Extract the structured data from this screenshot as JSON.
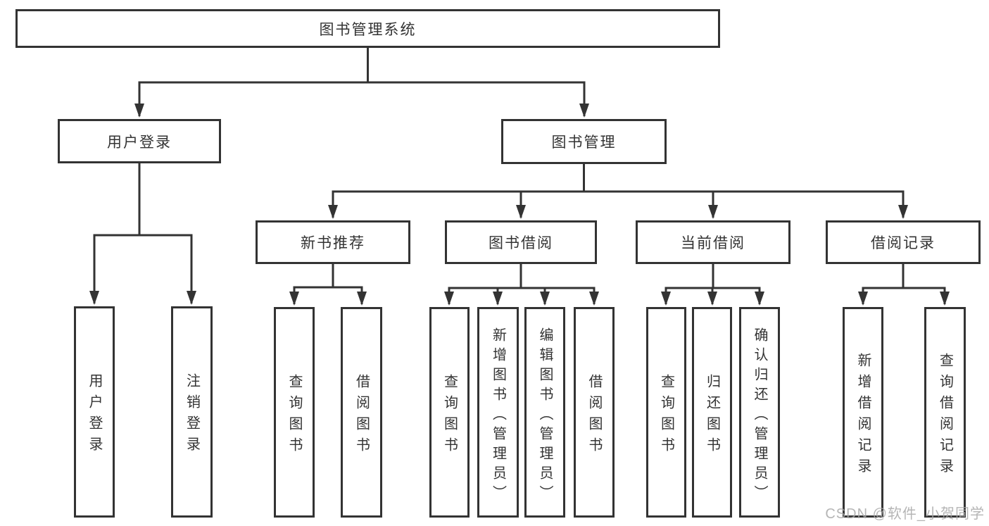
{
  "diagram_title": "图书管理系统",
  "colors": {
    "line": "#333333",
    "text": "#333333",
    "background": "#ffffff",
    "watermark": "#a8a8a8"
  },
  "nodes": {
    "root": "图书管理系统",
    "user_login": "用户登录",
    "book_management": "图书管理",
    "new_book_recommend": "新书推荐",
    "book_borrow": "图书借阅",
    "current_borrow": "当前借阅",
    "borrow_records": "借阅记录",
    "leaf_user_login": "用户登录",
    "leaf_logout": "注销登录",
    "leaf_query_book_recommend": "查询图书",
    "leaf_borrow_book_recommend": "借阅图书",
    "leaf_query_book_borrow": "查询图书",
    "leaf_add_book_admin": "新增图书（管理员）",
    "leaf_edit_book_admin": "编辑图书（管理员）",
    "leaf_borrow_book_borrow": "借阅图书",
    "leaf_query_book_current": "查询图书",
    "leaf_return_book": "归还图书",
    "leaf_confirm_return_admin": "确认归还（管理员）",
    "leaf_add_borrow_record": "新增借阅记录",
    "leaf_query_borrow_record": "查询借阅记录"
  },
  "hierarchy": {
    "图书管理系统": [
      "用户登录",
      "图书管理"
    ],
    "用户登录": [
      "用户登录",
      "注销登录"
    ],
    "图书管理": [
      "新书推荐",
      "图书借阅",
      "当前借阅",
      "借阅记录"
    ],
    "新书推荐": [
      "查询图书",
      "借阅图书"
    ],
    "图书借阅": [
      "查询图书",
      "新增图书（管理员）",
      "编辑图书（管理员）",
      "借阅图书"
    ],
    "当前借阅": [
      "查询图书",
      "归还图书",
      "确认归还（管理员）"
    ],
    "借阅记录": [
      "新增借阅记录",
      "查询借阅记录"
    ]
  },
  "watermark": "CSDN @软件_小贺同学"
}
